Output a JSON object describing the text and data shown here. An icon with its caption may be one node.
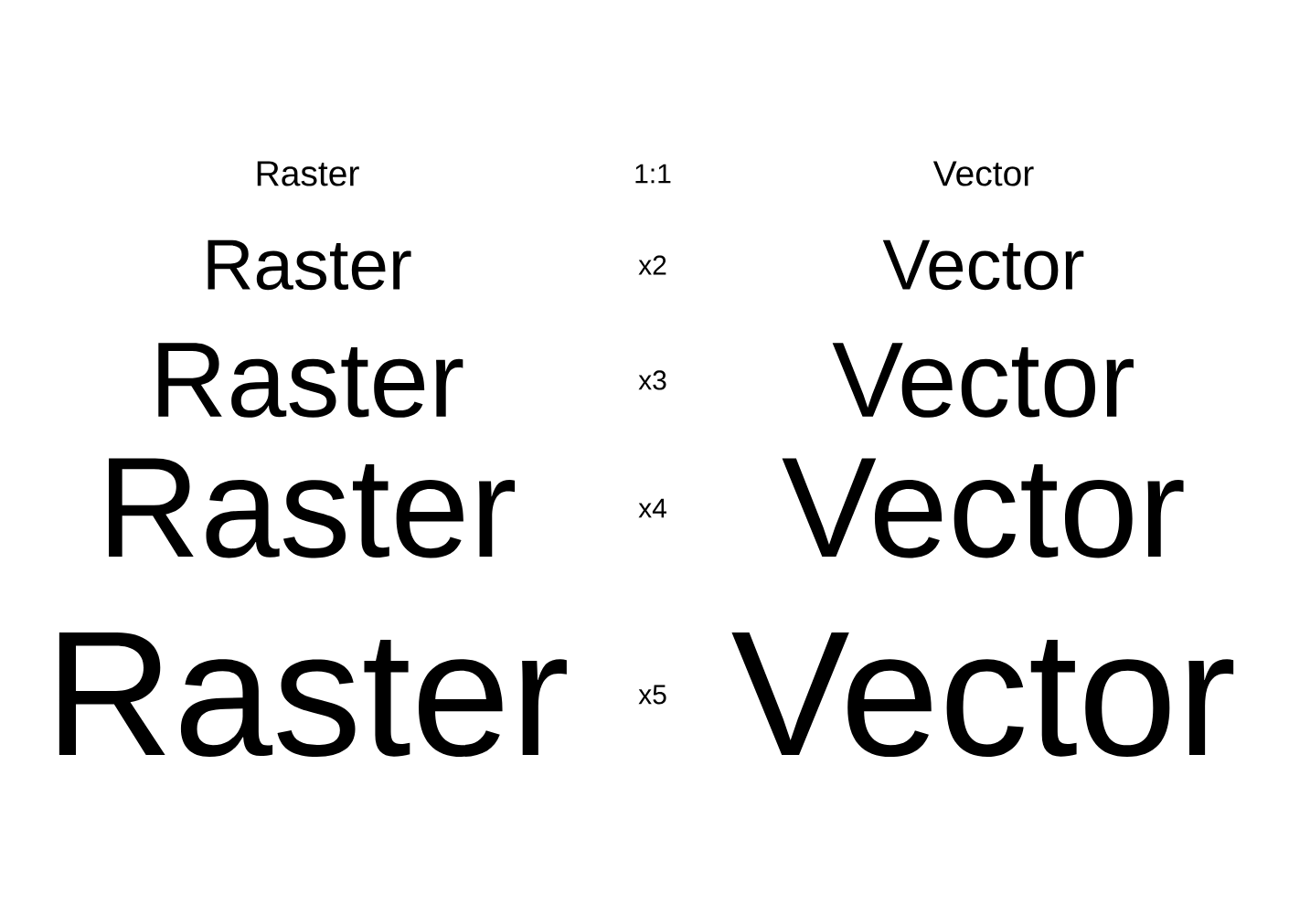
{
  "diagram": {
    "labels": [
      "Raster",
      "1:1",
      "Vector",
      "Raster",
      "x2",
      "Vector",
      "Raster",
      "x3",
      "Vector",
      "Raster",
      "x4",
      "Vector",
      "Raster",
      "x5",
      "Vector"
    ]
  }
}
